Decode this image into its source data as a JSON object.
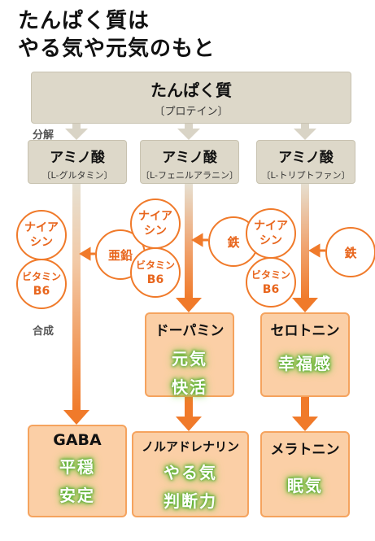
{
  "title": {
    "line1": "たんぱく質は",
    "line2": "やる気や元気のもと"
  },
  "protein": {
    "name": "たんぱく質",
    "sub": "〔プロテイン〕"
  },
  "labels": {
    "decompose": "分解",
    "synthesize": "合成"
  },
  "amino_acids": [
    {
      "name": "アミノ酸",
      "sub": "〔L-グルタミン〕"
    },
    {
      "name": "アミノ酸",
      "sub": "〔L-フェニルアラニン〕"
    },
    {
      "name": "アミノ酸",
      "sub": "〔L-トリプトファン〕"
    }
  ],
  "cofactors": {
    "niacin_1": "ナイア",
    "niacin_2": "シン",
    "b6_1": "ビタミン",
    "b6_2": "B6"
  },
  "minerals": [
    "亜鉛",
    "鉄",
    "鉄"
  ],
  "mid_products": [
    {
      "name": "ドーパミン",
      "effects": [
        "元気",
        "快活"
      ]
    },
    {
      "name": "セロトニン",
      "effects": [
        "幸福感"
      ]
    }
  ],
  "final_products": [
    {
      "name": "GABA",
      "effects": [
        "平穏",
        "安定"
      ]
    },
    {
      "name": "ノルアドレナリン",
      "effects": [
        "やる気",
        "判断力"
      ]
    },
    {
      "name": "メラトニン",
      "effects": [
        "眠気"
      ]
    }
  ],
  "colors": {
    "arrow_orange": "#f07a2a",
    "arrow_gray": "#d9d4c6",
    "box_beige": "#ddd8c9",
    "box_orange": "#fbcfa6",
    "glow_green": "#6cc23a"
  }
}
